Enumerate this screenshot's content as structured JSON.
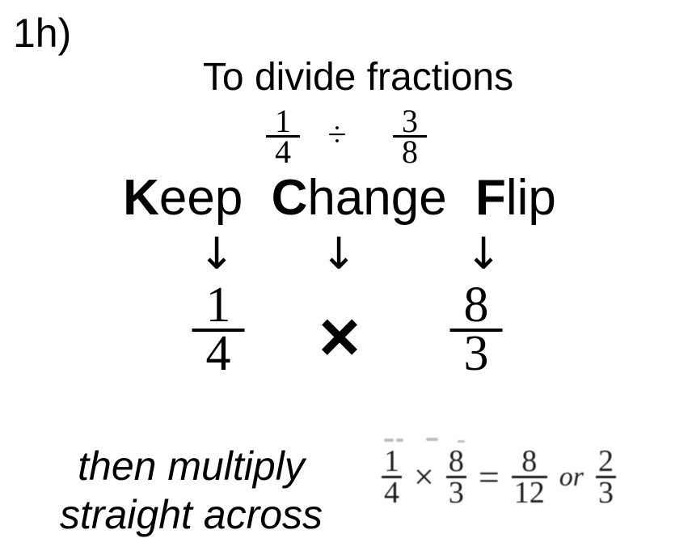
{
  "page": {
    "label": "1h)",
    "title": "To divide fractions"
  },
  "problem": {
    "fraction_left": {
      "numerator": "1",
      "denominator": "4"
    },
    "operator": "÷",
    "fraction_right": {
      "numerator": "3",
      "denominator": "8"
    }
  },
  "kcf": {
    "words": [
      {
        "initial": "K",
        "rest": "eep"
      },
      {
        "initial": "C",
        "rest": "hange"
      },
      {
        "initial": "F",
        "rest": "lip"
      }
    ],
    "arrow": "↓"
  },
  "rewritten": {
    "fraction_left": {
      "numerator": "1",
      "denominator": "4"
    },
    "operator": "×",
    "fraction_right": {
      "numerator": "8",
      "denominator": "3"
    }
  },
  "caption": {
    "line1": "then multiply",
    "line2": "straight across"
  },
  "result": {
    "fraction_a": {
      "numerator": "1",
      "denominator": "4"
    },
    "times": "×",
    "fraction_b": {
      "numerator": "8",
      "denominator": "3"
    },
    "equals": "=",
    "fraction_product": {
      "numerator": "8",
      "denominator": "12"
    },
    "or_text": "or",
    "fraction_simplified": {
      "numerator": "2",
      "denominator": "3"
    }
  },
  "colors": {
    "background": "#ffffff",
    "text": "#000000",
    "equation_text": "#1f1f1f",
    "artifact_gray": "#a9a9a9"
  }
}
